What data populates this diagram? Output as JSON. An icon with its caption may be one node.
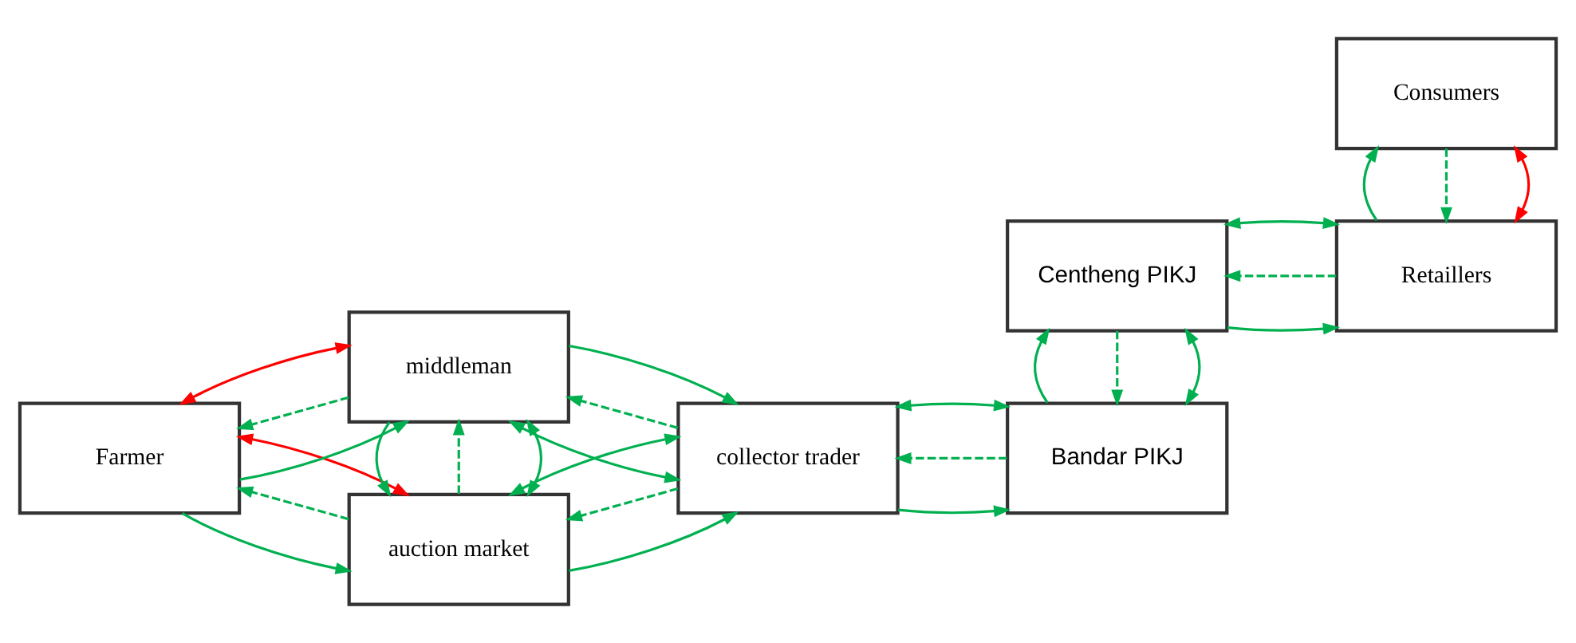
{
  "diagram": {
    "nodes": [
      {
        "text": [
          "Farmer"
        ]
      },
      {
        "text": [
          "auction market"
        ]
      },
      {
        "text": [
          "collector trader"
        ]
      },
      {
        "text": [
          "Bandar PIKJ"
        ]
      },
      {
        "text": [
          "middleman"
        ]
      },
      {
        "text": [
          "Centheng PIKJ"
        ]
      },
      {
        "text": [
          "Retaillers"
        ]
      },
      {
        "text": [
          "Consumers"
        ]
      }
    ],
    "edges": [
      {
        "from": 0,
        "to": 1,
        "arrow": "to"
      },
      {
        "from": 1,
        "to": 0,
        "arrow": "to",
        "style": "dashed"
      },
      {
        "from": 0,
        "to": 1,
        "arrow": "both",
        "color": "#ff0000"
      },
      {
        "from": 1,
        "to": 2,
        "arrow": "to"
      },
      {
        "from": 2,
        "to": 1,
        "arrow": "to",
        "style": "dashed"
      },
      {
        "from": 1,
        "to": 2,
        "arrow": "both"
      },
      {
        "from": 0,
        "to": 4,
        "arrow": "to"
      },
      {
        "from": 4,
        "to": 0,
        "arrow": "to",
        "style": "dashed"
      },
      {
        "from": 0,
        "to": 4,
        "arrow": "both",
        "color": "#ff0000"
      },
      {
        "from": 1,
        "to": 4,
        "arrow": "both"
      },
      {
        "from": 1,
        "to": 4,
        "arrow": "to",
        "style": "dashed"
      },
      {
        "from": 4,
        "to": 1,
        "arrow": "to"
      },
      {
        "from": 4,
        "to": 2,
        "arrow": "both"
      },
      {
        "from": 2,
        "to": 4,
        "arrow": "to",
        "style": "dashed"
      },
      {
        "from": 4,
        "to": 2,
        "arrow": "to"
      },
      {
        "from": 2,
        "to": 3,
        "arrow": "to"
      },
      {
        "from": 3,
        "to": 2,
        "arrow": "to",
        "style": "dashed"
      },
      {
        "from": 2,
        "to": 3,
        "arrow": "both"
      },
      {
        "from": 3,
        "to": 5,
        "arrow": "both"
      },
      {
        "from": 5,
        "to": 3,
        "arrow": "to",
        "style": "dashed"
      },
      {
        "from": 3,
        "to": 5,
        "arrow": "to"
      },
      {
        "from": 5,
        "to": 6,
        "arrow": "to"
      },
      {
        "from": 6,
        "to": 5,
        "arrow": "to",
        "style": "dashed"
      },
      {
        "from": 5,
        "to": 6,
        "arrow": "both"
      },
      {
        "from": 6,
        "to": 7,
        "arrow": "both",
        "color": "#ff0000"
      },
      {
        "from": 7,
        "to": 6,
        "arrow": "to",
        "style": "dashed"
      },
      {
        "from": 6,
        "to": 7,
        "arrow": "to"
      }
    ]
  }
}
